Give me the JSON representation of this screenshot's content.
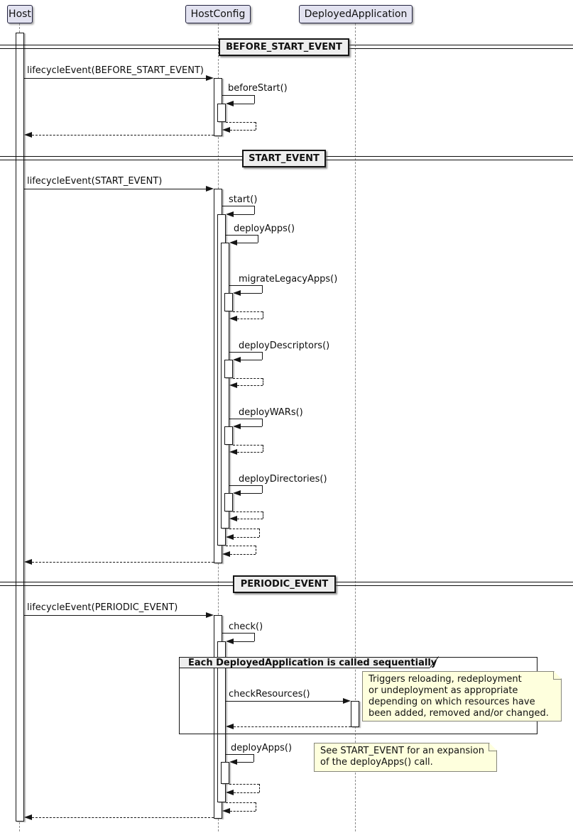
{
  "participants": {
    "host": "Host",
    "host_config": "HostConfig",
    "deployed_application": "DeployedApplication"
  },
  "dividers": {
    "before_start": "BEFORE_START_EVENT",
    "start": "START_EVENT",
    "periodic": "PERIODIC_EVENT"
  },
  "messages": {
    "lifecycle_before_start": "lifecycleEvent(BEFORE_START_EVENT)",
    "before_start_call": "beforeStart()",
    "lifecycle_start": "lifecycleEvent(START_EVENT)",
    "start_call": "start()",
    "deploy_apps_call": "deployApps()",
    "migrate_legacy_apps_call": "migrateLegacyApps()",
    "deploy_descriptors_call": "deployDescriptors()",
    "deploy_wars_call": "deployWARs()",
    "deploy_directories_call": "deployDirectories()",
    "lifecycle_periodic": "lifecycleEvent(PERIODIC_EVENT)",
    "check_call": "check()",
    "check_resources_call": "checkResources()",
    "deploy_apps_periodic_call": "deployApps()"
  },
  "group": {
    "title": "Each DeployedApplication is called sequentially"
  },
  "notes": {
    "check_resources_note": "Triggers reloading, redeployment\nor undeployment as appropriate\ndepending on which resources have\nbeen added, removed and/or changed.",
    "deploy_apps_note": "See START_EVENT for an expansion\nof the deployApps() call."
  },
  "colors": {
    "participant_fill": "#E2E2F0",
    "note_fill": "#FEFFDD",
    "divider_fill": "#EEEEEE",
    "line": "#151515"
  }
}
